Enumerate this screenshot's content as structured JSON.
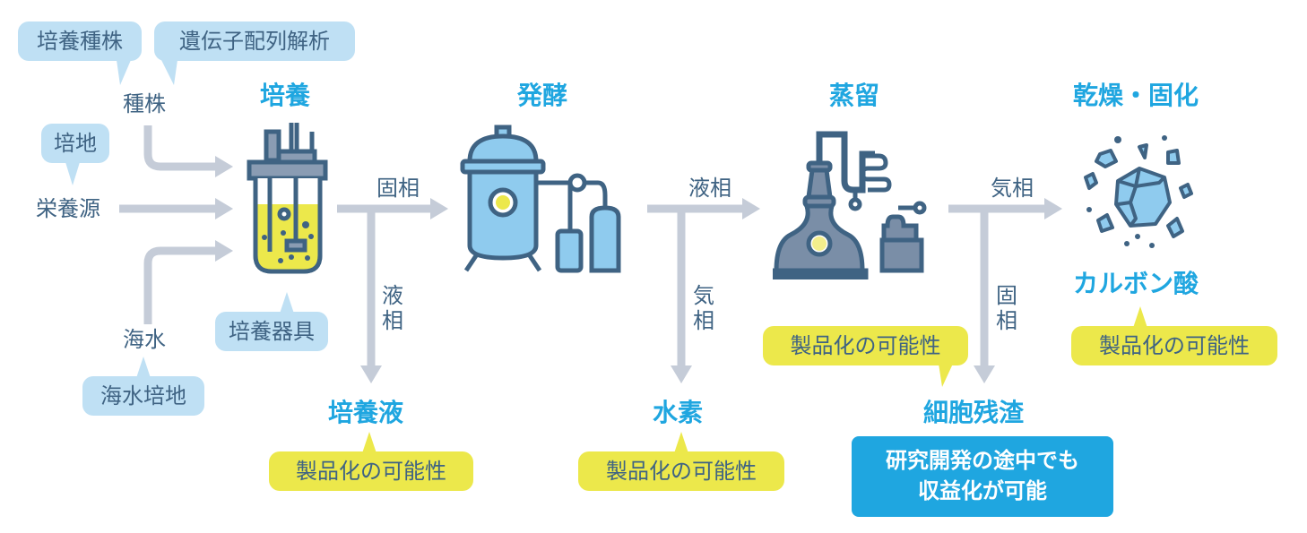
{
  "colors": {
    "heading": "#1fa6e0",
    "text": "#3f6383",
    "bubble_blue": "#bfe0f4",
    "bubble_yellow": "#ece84b",
    "arrow": "#c5ccd8",
    "callout": "#1fa6e0"
  },
  "inputs": {
    "seed_bubble_1": "培養種株",
    "seed_bubble_2": "遺伝子配列解析",
    "seed": "種株",
    "medium_bubble": "培地",
    "nutrient": "栄養源",
    "seawater": "海水",
    "seawater_bubble": "海水培地"
  },
  "stages": [
    {
      "title": "培養",
      "bubble": "培養器具",
      "icon": "bioreactor-icon"
    },
    {
      "title": "発酵",
      "icon": "fermenter-icon"
    },
    {
      "title": "蒸留",
      "icon": "distiller-icon"
    },
    {
      "title": "乾燥・固化",
      "icon": "crystal-icon",
      "product": "カルボン酸",
      "product_note": "製品化の可能性"
    }
  ],
  "flows": {
    "culture_main": "固相",
    "culture_branch": "液相",
    "ferment_main": "液相",
    "ferment_branch": "気相",
    "distill_main": "気相",
    "distill_branch": "固相"
  },
  "outputs": [
    {
      "title": "培養液",
      "note": "製品化の可能性"
    },
    {
      "title": "水素",
      "note": "製品化の可能性"
    },
    {
      "title": "細胞残渣",
      "note": "製品化の可能性",
      "callout_line1": "研究開発の途中でも",
      "callout_line2": "収益化が可能"
    }
  ]
}
